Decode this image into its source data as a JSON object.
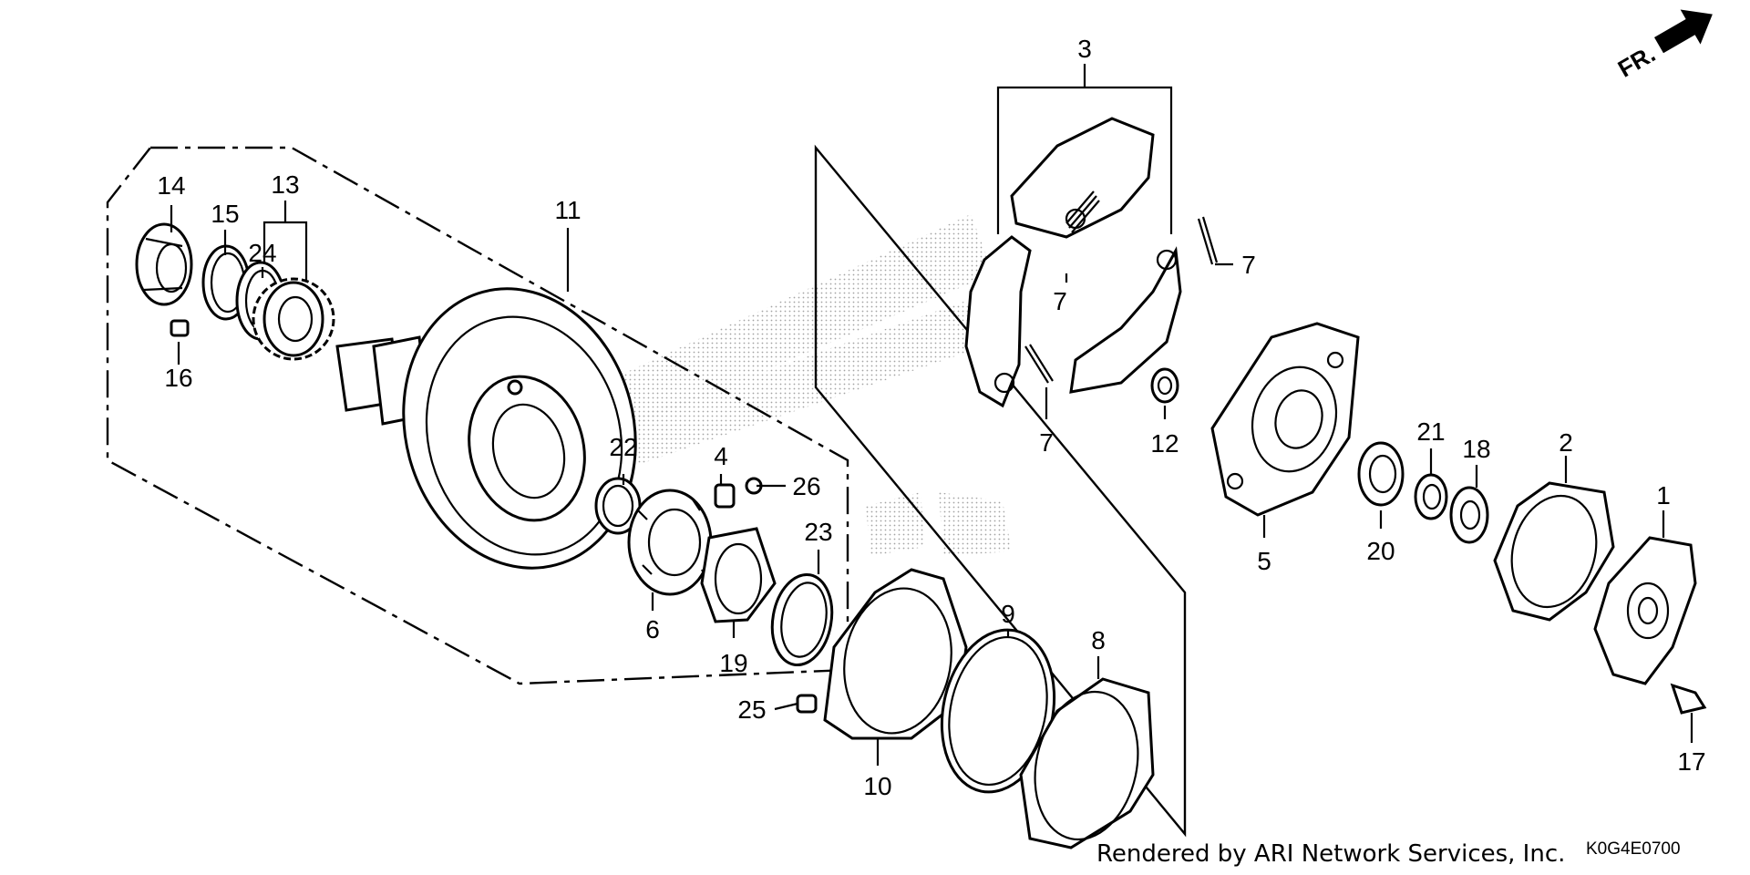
{
  "labels": {
    "p1": "1",
    "p2": "2",
    "p3": "3",
    "p4": "4",
    "p5": "5",
    "p6": "6",
    "p7a": "7",
    "p7b": "7",
    "p7c": "7",
    "p8": "8",
    "p9": "9",
    "p10": "10",
    "p11": "11",
    "p12": "12",
    "p13": "13",
    "p14": "14",
    "p15": "15",
    "p16": "16",
    "p17": "17",
    "p18": "18",
    "p19": "19",
    "p20": "20",
    "p21": "21",
    "p22": "22",
    "p23": "23",
    "p24": "24",
    "p25": "25",
    "p26": "26"
  },
  "direction": "FR.",
  "footer": {
    "credit": "Rendered by ARI Network Services, Inc.",
    "diagram_code": "K0G4E0700"
  },
  "colors": {
    "line": "#000000",
    "background": "#ffffff",
    "watermark_dots": "#9a9a9a"
  }
}
